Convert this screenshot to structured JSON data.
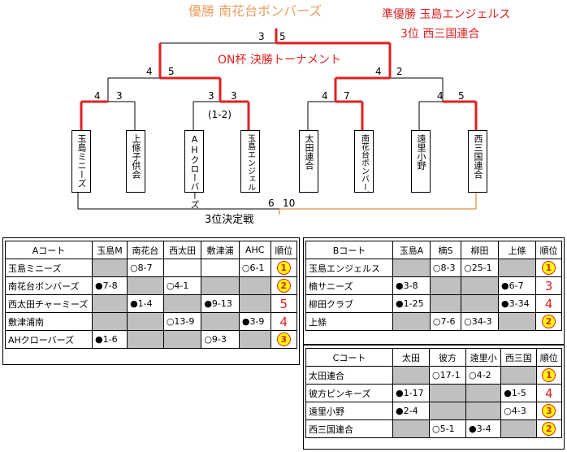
{
  "header": {
    "champion": "優勝 南花台ボンバーズ",
    "runner_up": "準優勝 玉島エンジェルス",
    "third": "3位 西三国連合"
  },
  "bracket": {
    "title": "ON杯 決勝トーナメント",
    "third_place_label": "3位決定戦",
    "teams": [
      "玉島ミニーズ",
      "上條子供会",
      "AHクローバーズ",
      "玉島エンジェルス",
      "太田連合",
      "南花台ボンバーズ",
      "遠里小野",
      "西三国連合"
    ],
    "scores": {
      "final_left": "3",
      "final_right": "5",
      "semi1_left": "4",
      "semi1_right": "5",
      "semi2_left": "4",
      "semi2_right": "2",
      "q1_left": "4",
      "q1_right": "3",
      "q2_left": "3",
      "q2_right": "3",
      "q2_pk": "(1-2)",
      "q3_left": "4",
      "q3_right": "7",
      "q4_left": "4",
      "q4_right": "5",
      "third_left": "6",
      "third_right": "10"
    }
  },
  "court_a": {
    "title": "Aコート",
    "headers": [
      "玉島M",
      "南花台",
      "西太田",
      "敷津浦",
      "AHC",
      "順位"
    ],
    "rows": [
      {
        "name": "玉島ミニーズ",
        "cells": [
          "",
          "○8-7",
          "",
          "",
          "○6-1"
        ],
        "rank": "1"
      },
      {
        "name": "南花台ボンバーズ",
        "cells": [
          "●7-8",
          "",
          "○4-1",
          "",
          ""
        ],
        "rank": "2"
      },
      {
        "name": "西太田チャーミーズ",
        "cells": [
          "",
          "●1-4",
          "",
          "●9-13",
          ""
        ],
        "rank": "5"
      },
      {
        "name": "敷津浦南",
        "cells": [
          "",
          "",
          "○13-9",
          "",
          "●3-9"
        ],
        "rank": "4"
      },
      {
        "name": "AHクローバーズ",
        "cells": [
          "●1-6",
          "",
          "",
          "○9-3",
          ""
        ],
        "rank": "3"
      }
    ]
  },
  "court_b": {
    "title": "Bコート",
    "headers": [
      "玉島A",
      "楠S",
      "柳田",
      "上條",
      "順位"
    ],
    "rows": [
      {
        "name": "玉島エンジェルス",
        "cells": [
          "",
          "○8-3",
          "○25-1",
          ""
        ],
        "rank": "1"
      },
      {
        "name": "楠サニーズ",
        "cells": [
          "●3-8",
          "",
          "",
          "●6-7"
        ],
        "rank": "3"
      },
      {
        "name": "柳田クラブ",
        "cells": [
          "●1-25",
          "",
          "",
          "●3-34"
        ],
        "rank": "4"
      },
      {
        "name": "上條",
        "cells": [
          "",
          "○7-6",
          "○34-3",
          ""
        ],
        "rank": "2"
      }
    ]
  },
  "court_c": {
    "title": "Cコート",
    "headers": [
      "太田",
      "彼方",
      "遠里小",
      "西三国",
      "順位"
    ],
    "rows": [
      {
        "name": "太田連合",
        "cells": [
          "",
          "○17-1",
          "○4-2",
          ""
        ],
        "rank": "1"
      },
      {
        "name": "彼方ピンキーズ",
        "cells": [
          "●1-17",
          "",
          "",
          "●1-5"
        ],
        "rank": "4"
      },
      {
        "name": "遠里小野",
        "cells": [
          "●2-4",
          "",
          "",
          "○4-3"
        ],
        "rank": "3"
      },
      {
        "name": "西三国連合",
        "cells": [
          "",
          "○5-1",
          "●3-4",
          ""
        ],
        "rank": "2"
      }
    ]
  },
  "colors": {
    "win_path": "#e02020",
    "third_path": "#e8a060",
    "gray_cell": "#c0c0c0",
    "badge": "#ffff00"
  }
}
